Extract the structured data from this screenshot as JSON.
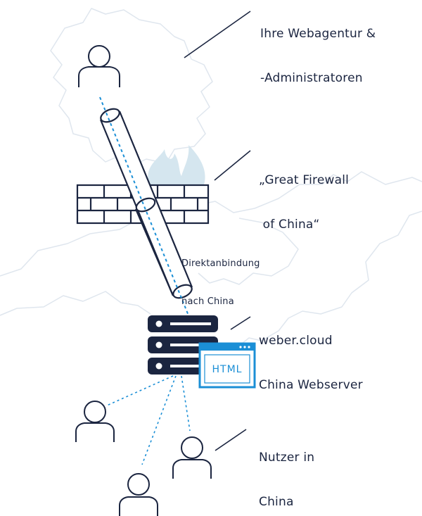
{
  "labels": {
    "agency": {
      "line1": "Ihre Webagentur &",
      "line2": "-Administratoren"
    },
    "firewall": {
      "line1": "„Great Firewall",
      "line2": " of China“"
    },
    "connection": {
      "line1": "Direktanbindung",
      "line2": "nach China"
    },
    "server": {
      "line1": "weber.cloud",
      "line2": "China Webserver"
    },
    "users": {
      "line1": "Nutzer in",
      "line2": "China"
    }
  },
  "browser_window": {
    "content_label": "HTML"
  },
  "colors": {
    "ink": "#1b2540",
    "accent": "#1b8fd6",
    "map_outline": "#dfe7ef",
    "flame": "#d6e6ef"
  }
}
